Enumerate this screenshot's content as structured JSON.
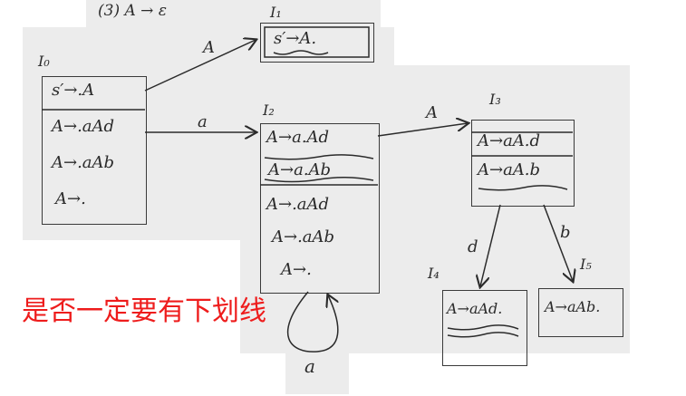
{
  "header_note": "(3) A → ε",
  "states": {
    "I0": {
      "label": "I₀",
      "items": [
        "s′→.A",
        "A→.aAd",
        "A→.aAb",
        "A→."
      ]
    },
    "I1": {
      "label": "I₁",
      "items": [
        "s′→A."
      ]
    },
    "I2": {
      "label": "I₂",
      "items": [
        "A→a.Ad",
        "A→a.Ab",
        "A→.aAd",
        "A→.aAb",
        "A→."
      ]
    },
    "I3": {
      "label": "I₃",
      "items": [
        "A→aA.d",
        "A→aA.b"
      ]
    },
    "I4": {
      "label": "I₄",
      "items": [
        "A→aAd."
      ]
    },
    "I5": {
      "label": "I₅",
      "items": [
        "A→aAb."
      ]
    }
  },
  "transitions": [
    {
      "from": "I0",
      "to": "I1",
      "symbol": "A"
    },
    {
      "from": "I0",
      "to": "I2",
      "symbol": "a"
    },
    {
      "from": "I2",
      "to": "I3",
      "symbol": "A"
    },
    {
      "from": "I3",
      "to": "I4",
      "symbol": "d"
    },
    {
      "from": "I3",
      "to": "I5",
      "symbol": "b"
    },
    {
      "from": "I2",
      "to": "I2",
      "symbol": "a"
    }
  ],
  "question": "是否一定要有下划线",
  "colors": {
    "ink": "#2b2b2b",
    "question": "#ee1c1c",
    "paper": "#ececec"
  }
}
